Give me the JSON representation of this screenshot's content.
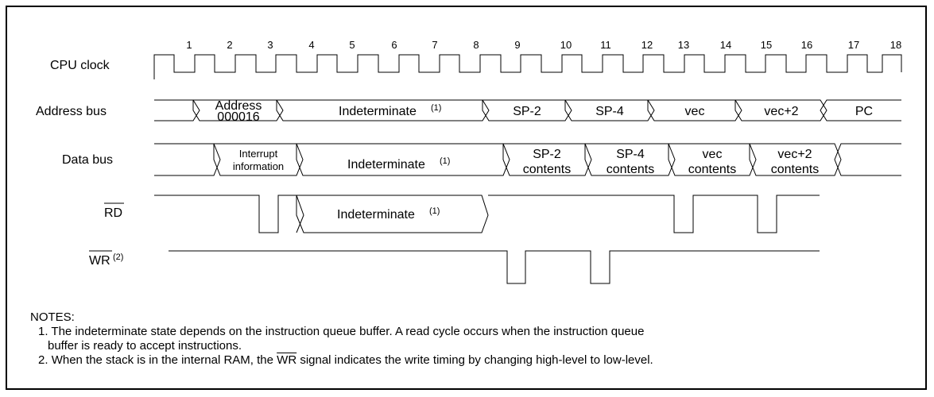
{
  "clock_numbers": [
    "1",
    "2",
    "3",
    "4",
    "5",
    "6",
    "7",
    "8",
    "9",
    "10",
    "11",
    "12",
    "13",
    "14",
    "15",
    "16",
    "17",
    "18"
  ],
  "signals": {
    "cpu_clock": "CPU clock",
    "address_bus": "Address bus",
    "data_bus": "Data bus",
    "rd": "RD",
    "wr": "WR",
    "wr_sup": "(2)"
  },
  "address_bus": {
    "address_line1": "Address",
    "address_line2": "000016",
    "indeterminate": "Indeterminate",
    "indeterminate_sup": "(1)",
    "sp2": "SP-2",
    "sp4": "SP-4",
    "vec": "vec",
    "vec2": "vec+2",
    "pc": "PC"
  },
  "data_bus": {
    "interrupt_line1": "Interrupt",
    "interrupt_line2": "information",
    "indeterminate": "Indeterminate",
    "indeterminate_sup": "(1)",
    "sp2_line1": "SP-2",
    "sp2_line2": "contents",
    "sp4_line1": "SP-4",
    "sp4_line2": "contents",
    "vec_line1": "vec",
    "vec_line2": "contents",
    "vec2_line1": "vec+2",
    "vec2_line2": "contents"
  },
  "rd_signal": {
    "indeterminate": "Indeterminate",
    "indeterminate_sup": "(1)"
  },
  "notes": {
    "title": "NOTES:",
    "note1_num": "1.",
    "note1_line1": "The indeterminate state depends on the instruction queue buffer. A read cycle occurs when the instruction queue",
    "note1_line2": "buffer is ready to accept instructions.",
    "note2_num": "2.",
    "note2_before": "When the stack is in the internal RAM, the ",
    "note2_signal": "WR",
    "note2_after": " signal indicates the write timing by changing high-level to low-level."
  }
}
